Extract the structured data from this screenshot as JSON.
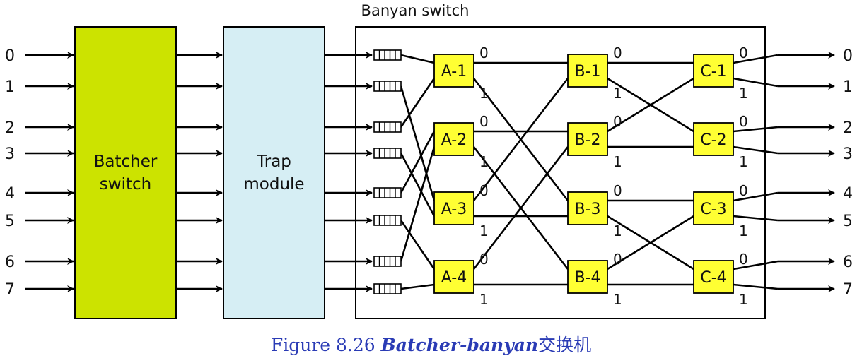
{
  "banyan": {
    "title": "Banyan switch",
    "stages": [
      [
        "A-1",
        "A-2",
        "A-3",
        "A-4"
      ],
      [
        "B-1",
        "B-2",
        "B-3",
        "B-4"
      ],
      [
        "C-1",
        "C-2",
        "C-3",
        "C-4"
      ]
    ],
    "port_labels": [
      "0",
      "1"
    ]
  },
  "batcher": {
    "line1": "Batcher",
    "line2": "switch"
  },
  "trap": {
    "line1": "Trap",
    "line2": "module"
  },
  "inputs": [
    "0",
    "1",
    "2",
    "3",
    "4",
    "5",
    "6",
    "7"
  ],
  "outputs": [
    "0",
    "1",
    "2",
    "3",
    "4",
    "5",
    "6",
    "7"
  ],
  "caption": {
    "number": "Figure 8.26 ",
    "title": "Batcher-banyan",
    "suffix": "交换机"
  },
  "colors": {
    "batcher_fill": "#cce300",
    "trap_fill": "#d6eef4",
    "element_fill": "#ffff33"
  }
}
